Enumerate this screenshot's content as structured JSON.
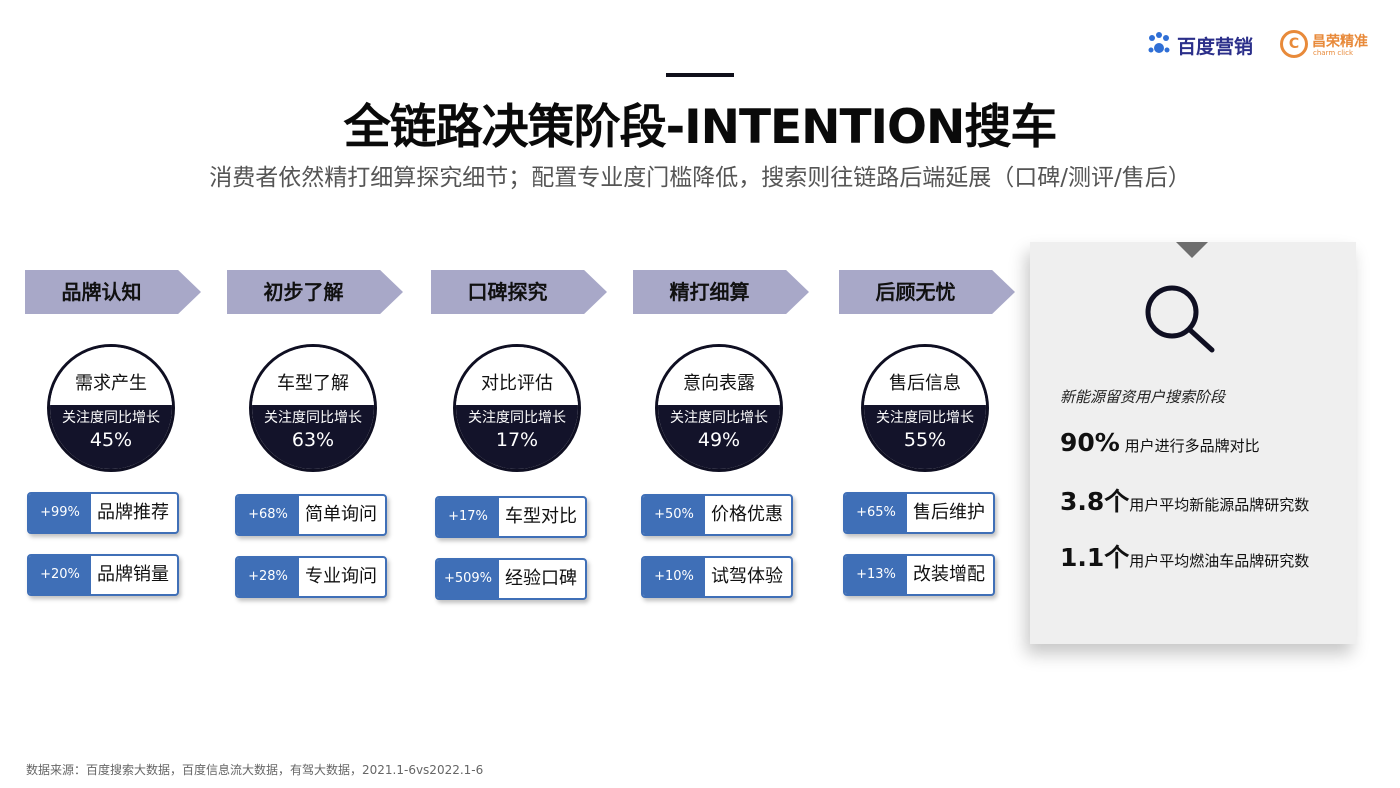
{
  "brand": {
    "baidu_logo": "百度营销",
    "partner_logo_cn": "昌荣精准",
    "partner_logo_en": "charm click"
  },
  "title": "全链路决策阶段-INTENTION搜车",
  "subtitle": "消费者依然精打细算探究细节；配置专业度门槛降低，搜索则往链路后端延展（口碑/测评/售后）",
  "stages": [
    {
      "label": "品牌认知",
      "circle": "需求产生",
      "circle_sub": "关注度同比增长",
      "pct": "45%",
      "pills": [
        {
          "badge": "+99%",
          "text": "品牌推荐"
        },
        {
          "badge": "+20%",
          "text": "品牌销量"
        }
      ]
    },
    {
      "label": "初步了解",
      "circle": "车型了解",
      "circle_sub": "关注度同比增长",
      "pct": "63%",
      "pills": [
        {
          "badge": "+68%",
          "text": "简单询问"
        },
        {
          "badge": "+28%",
          "text": "专业询问"
        }
      ]
    },
    {
      "label": "口碑探究",
      "circle": "对比评估",
      "circle_sub": "关注度同比增长",
      "pct": "17%",
      "pills": [
        {
          "badge": "+17%",
          "text": "车型对比"
        },
        {
          "badge": "+509%",
          "text": "经验口碑"
        }
      ]
    },
    {
      "label": "精打细算",
      "circle": "意向表露",
      "circle_sub": "关注度同比增长",
      "pct": "49%",
      "pills": [
        {
          "badge": "+50%",
          "text": "价格优惠"
        },
        {
          "badge": "+10%",
          "text": "试驾体验"
        }
      ]
    },
    {
      "label": "后顾无忧",
      "circle": "售后信息",
      "circle_sub": "关注度同比增长",
      "pct": "55%",
      "pills": [
        {
          "badge": "+65%",
          "text": "售后维护"
        },
        {
          "badge": "+13%",
          "text": "改装增配"
        }
      ]
    }
  ],
  "panel": {
    "icon": "search-icon",
    "heading": "新能源留资用户搜索阶段",
    "stats": [
      {
        "value": "90%",
        "text": "用户进行多品牌对比"
      },
      {
        "value": "3.8个",
        "text": "用户平均新能源品牌研究数"
      },
      {
        "value": "1.1个",
        "text": "用户平均燃油车品牌研究数"
      }
    ]
  },
  "footnote": "数据来源：百度搜索大数据，百度信息流大数据，有驾大数据，2021.1-6vs2022.1-6",
  "colors": {
    "stage_arrow": "#a8a8c8",
    "circle_dark": "#13132a",
    "pill_blue": "#3f6fb7"
  }
}
